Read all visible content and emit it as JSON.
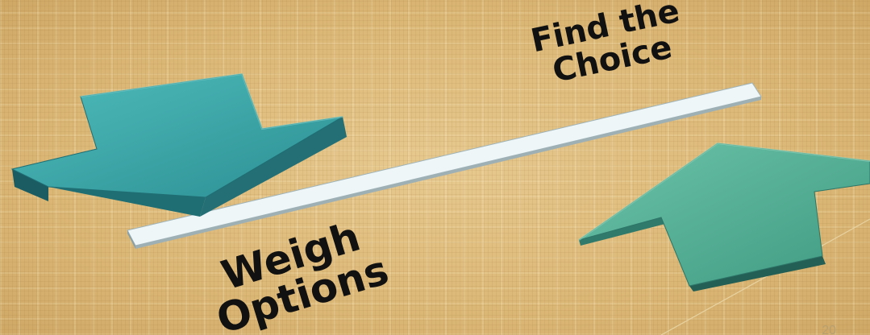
{
  "slide": {
    "label_top": {
      "line1": "Find the",
      "line2": "Choice"
    },
    "label_bottom": {
      "line1": "Weigh",
      "line2": "Options"
    },
    "page_number": "20"
  },
  "colors": {
    "arrow_left_top": "#3aa6a6",
    "arrow_left_side": "#1f6e74",
    "arrow_right_top": "#57b398",
    "arrow_right_side": "#2d7568",
    "balance_bar": "#d6e7ec",
    "background": "#dcb877"
  }
}
